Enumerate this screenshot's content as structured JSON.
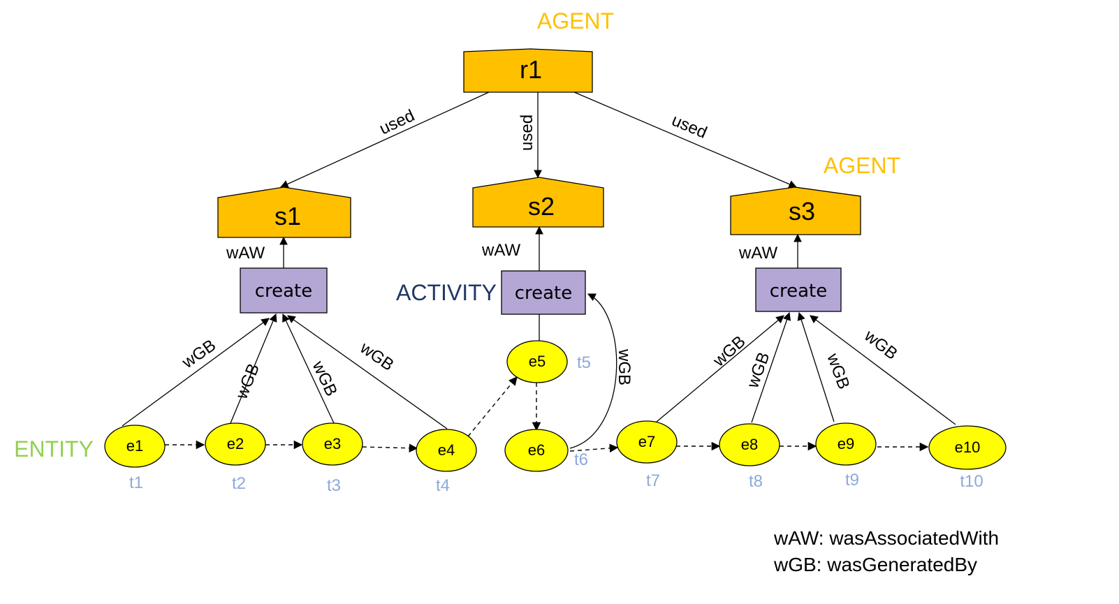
{
  "colors": {
    "agent": "#FFC000",
    "activity": "#B4A7D6",
    "entity": "#FFFF00",
    "agent_label": "#FFC000",
    "activity_label": "#1F3864",
    "entity_label": "#92D050",
    "time": "#8EA9DB"
  },
  "type_labels": {
    "agent_top": "AGENT",
    "agent_right": "AGENT",
    "activity": "ACTIVITY",
    "entity": "ENTITY"
  },
  "agents": {
    "r1": "r1",
    "s1": "s1",
    "s2": "s2",
    "s3": "s3"
  },
  "activities": {
    "c1": "create",
    "c2": "create",
    "c3": "create"
  },
  "entities": {
    "e1": "e1",
    "e2": "e2",
    "e3": "e3",
    "e4": "e4",
    "e5": "e5",
    "e6": "e6",
    "e7": "e7",
    "e8": "e8",
    "e9": "e9",
    "e10": "e10"
  },
  "times": {
    "t1": "t1",
    "t2": "t2",
    "t3": "t3",
    "t4": "t4",
    "t5": "t5",
    "t6": "t6",
    "t7": "t7",
    "t8": "t8",
    "t9": "t9",
    "t10": "t10"
  },
  "edge_labels": {
    "used": "used",
    "waw": "wAW",
    "wgb": "wGB"
  },
  "legend": {
    "waw": "wAW: wasAssociatedWith",
    "wgb": "wGB: wasGeneratedBy"
  }
}
